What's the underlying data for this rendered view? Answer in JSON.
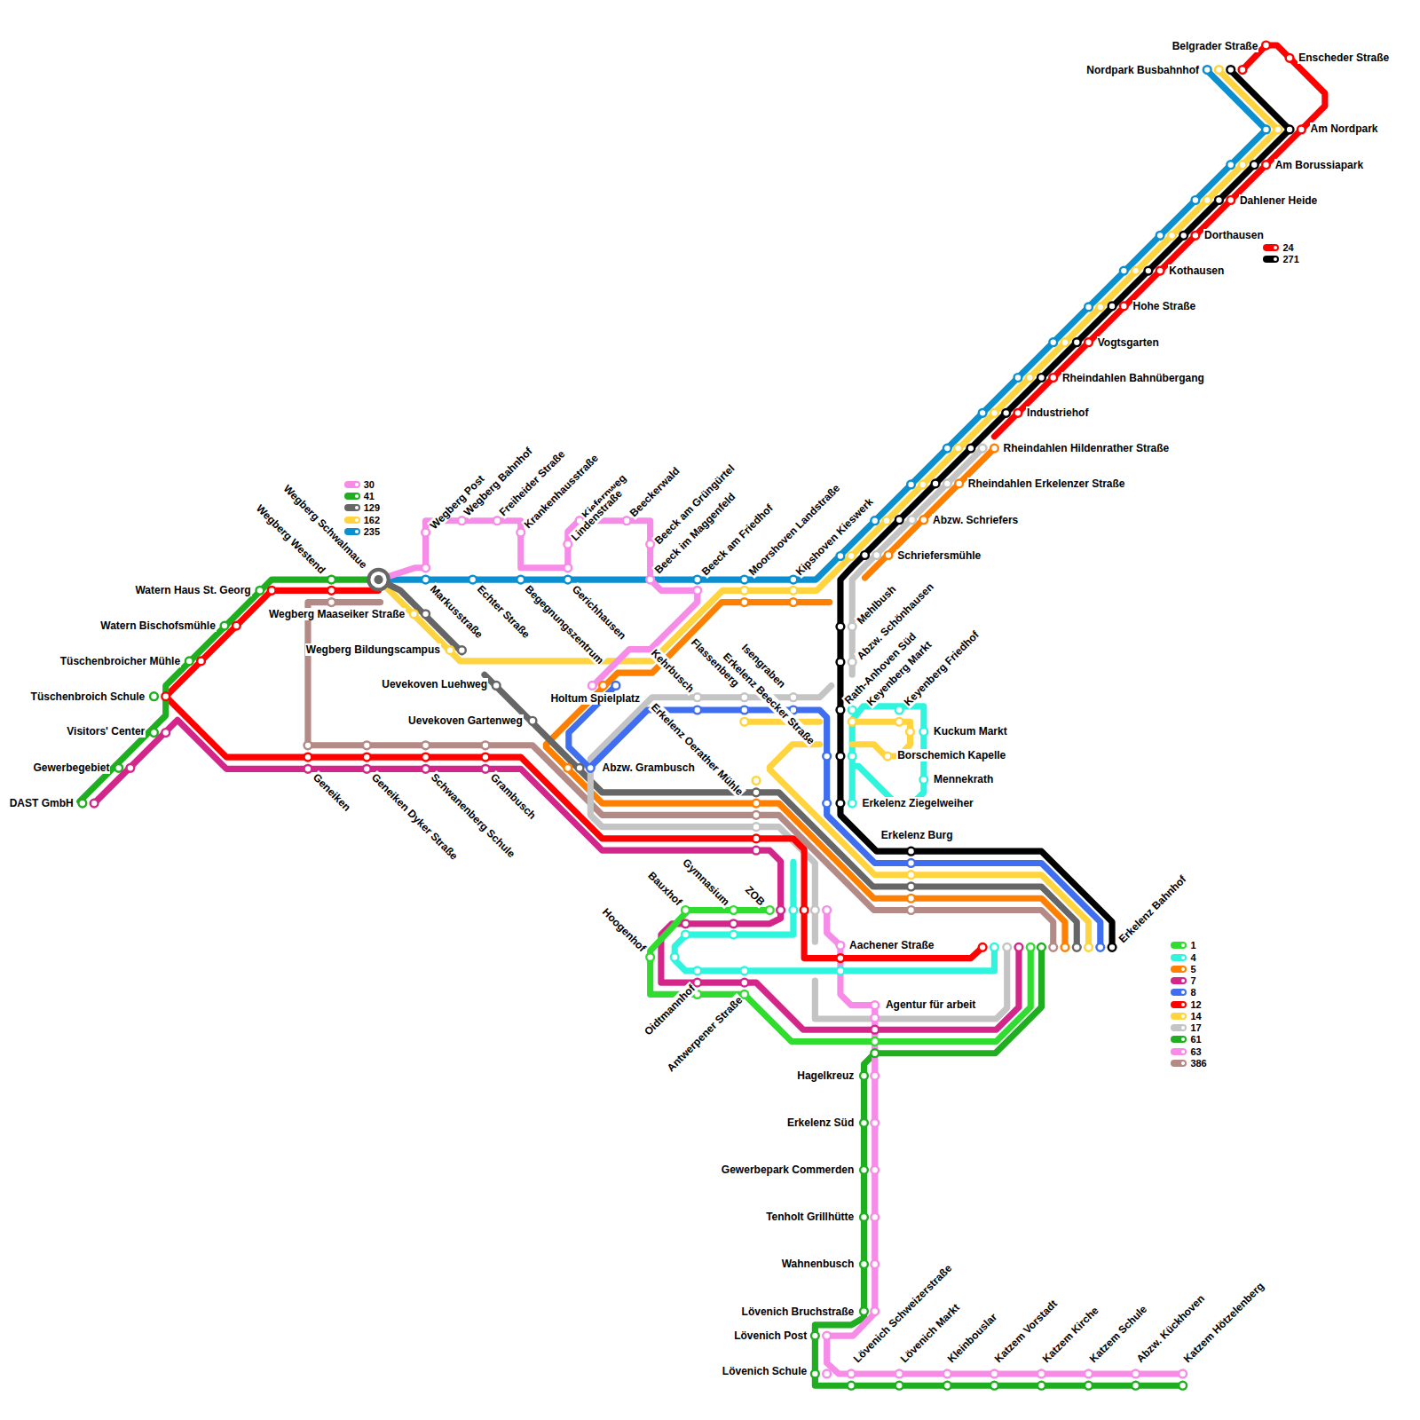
{
  "diagram": {
    "labels": [
      "Belgrader Straße",
      "Enscheder Straße",
      "Nordpark Busbahnhof",
      "Am Nordpark",
      "Am Borussiapark",
      "Dahlener Heide",
      "Dorthausen",
      "Kothausen",
      "Hohe Straße",
      "Vogtsgarten",
      "Rheindahlen Bahnübergang",
      "Industriehof",
      "Rheindahlen Hildenrather Straße",
      "Rheindahlen Erkelenzer Straße",
      "Abzw. Schriefers",
      "Schriefersmühle",
      "Wegberg Westend",
      "Wegberg Schwalmaue",
      "Wegberg Post",
      "Wegberg Bahnhof",
      "Freiheider Straße",
      "Krankenhausstraße",
      "Kiefernweg",
      "Lindenstraße",
      "Beeckerwald",
      "Beeck am Grüngürtel",
      "Beeck im Maggenfeld",
      "Beeck am Friedhof",
      "Moorshoven Landstraße",
      "Kipshoven Kieswerk",
      "Watern Haus St. Georg",
      "Watern Bischofsmühle",
      "Tüschenbroicher Mühle",
      "Tüschenbroich Schule",
      "Visitors' Center",
      "Gewerbegebiet",
      "DAST GmbH",
      "Wegberg Maaseiker Straße",
      "Markusstraße",
      "Echter Straße",
      "Begegnungszentrum",
      "Gerichhausen",
      "Wegberg Bildungscampus",
      "Uevekoven Luehweg",
      "Holtum Spielplatz",
      "Kehrbusch",
      "Flassenberg",
      "Isengraben",
      "Erkelenz Beecker Straße",
      "Erkelenz Oerather Mühle",
      "Uevekoven Gartenweg",
      "Abzw. Grambusch",
      "Geneiken",
      "Geneiken Dyker Straße",
      "Schwanenberg Schule",
      "Grambusch",
      "Mehlbush",
      "Abzw. Schönhausen",
      "Rath-Anhoven Süd",
      "Keyenberg Markt",
      "Keyenberg Friedhof",
      "Kuckum Markt",
      "Borschemich Kapelle",
      "Mennekrath",
      "Erkelenz Ziegelweiher",
      "Erkelenz Burg",
      "Erkelenz Bahnhof",
      "Hoogenhof",
      "Bauxhof",
      "Gymnasium",
      "ZOB",
      "Aachener Straße",
      "Oidtmannhof",
      "Antwerpener Straße",
      "Agentur für arbeit",
      "Hagelkreuz",
      "Erkelenz Süd",
      "Gewerbepark Commerden",
      "Tenholt Grillhütte",
      "Wahnenbusch",
      "Lövenich Bruchstraße",
      "Lövenich Post",
      "Lövenich Schule",
      "Lövenich Schweizerstraße",
      "Lövenich Markt",
      "Kleinbouslar",
      "Katzem Vorstadt",
      "Katzem Kirche",
      "Katzem Schule",
      "Abzw. Kückhoven",
      "Katzem Hötzelenberg"
    ],
    "legend": [
      {
        "text": "30",
        "color": "#f78be8"
      },
      {
        "text": "41",
        "color": "#1fae1f"
      },
      {
        "text": "129",
        "color": "#666666"
      },
      {
        "text": "162",
        "color": "#ffd43f"
      },
      {
        "text": "235",
        "color": "#0a8fd0"
      },
      {
        "text": "24",
        "color": "#ff0000"
      },
      {
        "text": "271",
        "color": "#000000"
      },
      {
        "text": "1",
        "color": "#2fdc2f"
      },
      {
        "text": "4",
        "color": "#2ff5df"
      },
      {
        "text": "5",
        "color": "#ff8000"
      },
      {
        "text": "7",
        "color": "#d4268a"
      },
      {
        "text": "8",
        "color": "#3f6ff0"
      },
      {
        "text": "12",
        "color": "#ff0000"
      },
      {
        "text": "14",
        "color": "#ffd43f"
      },
      {
        "text": "17",
        "color": "#c4c4c4"
      },
      {
        "text": "61",
        "color": "#1fae1f"
      },
      {
        "text": "63",
        "color": "#f78be8"
      },
      {
        "text": "386",
        "color": "#b38a86"
      }
    ]
  }
}
